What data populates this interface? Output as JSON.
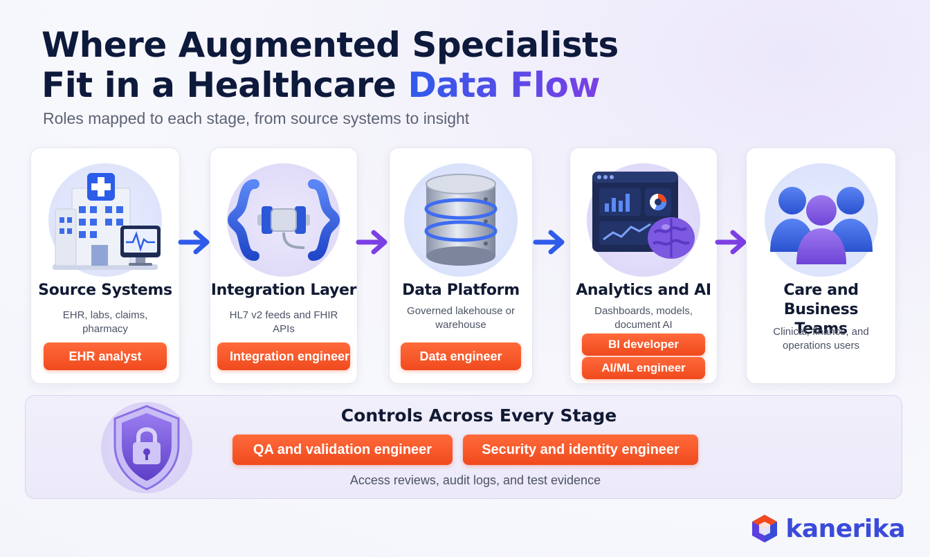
{
  "header": {
    "title_line1": "Where Augmented Specialists",
    "title_line2_plain": "Fit in a Healthcare",
    "title_line2_accent": "Data Flow",
    "subtitle": "Roles mapped to each stage, from source systems to insight"
  },
  "stages": [
    {
      "title": "Source Systems",
      "description": "EHR, labs, claims, pharmacy",
      "roles": [
        "EHR analyst"
      ],
      "icon": "hospital-icon"
    },
    {
      "title": "Integration Layer",
      "description": "HL7 v2 feeds and FHIR APIs",
      "roles": [
        "Integration engineer"
      ],
      "icon": "connector-icon"
    },
    {
      "title": "Data Platform",
      "description": "Governed lakehouse or warehouse",
      "roles": [
        "Data engineer"
      ],
      "icon": "database-icon"
    },
    {
      "title": "Analytics and AI",
      "description": "Dashboards, models, document AI",
      "roles": [
        "BI developer",
        "AI/ML engineer"
      ],
      "icon": "dashboard-brain-icon"
    },
    {
      "title": "Care and Business Teams",
      "description": "Clinical, finance, and operations users",
      "roles": [],
      "icon": "people-icon"
    }
  ],
  "controls": {
    "title": "Controls Across Every Stage",
    "roles": [
      "QA and validation engineer",
      "Security and identity engineer"
    ],
    "description": "Access reviews, audit logs, and test evidence",
    "icon": "shield-lock-icon"
  },
  "brand": {
    "name": "kanerika"
  },
  "colors": {
    "accent_blue": "#2f5bea",
    "accent_purple": "#7b3fe4",
    "pill_orange": "#f04a1e",
    "navy": "#0e1a3c"
  }
}
